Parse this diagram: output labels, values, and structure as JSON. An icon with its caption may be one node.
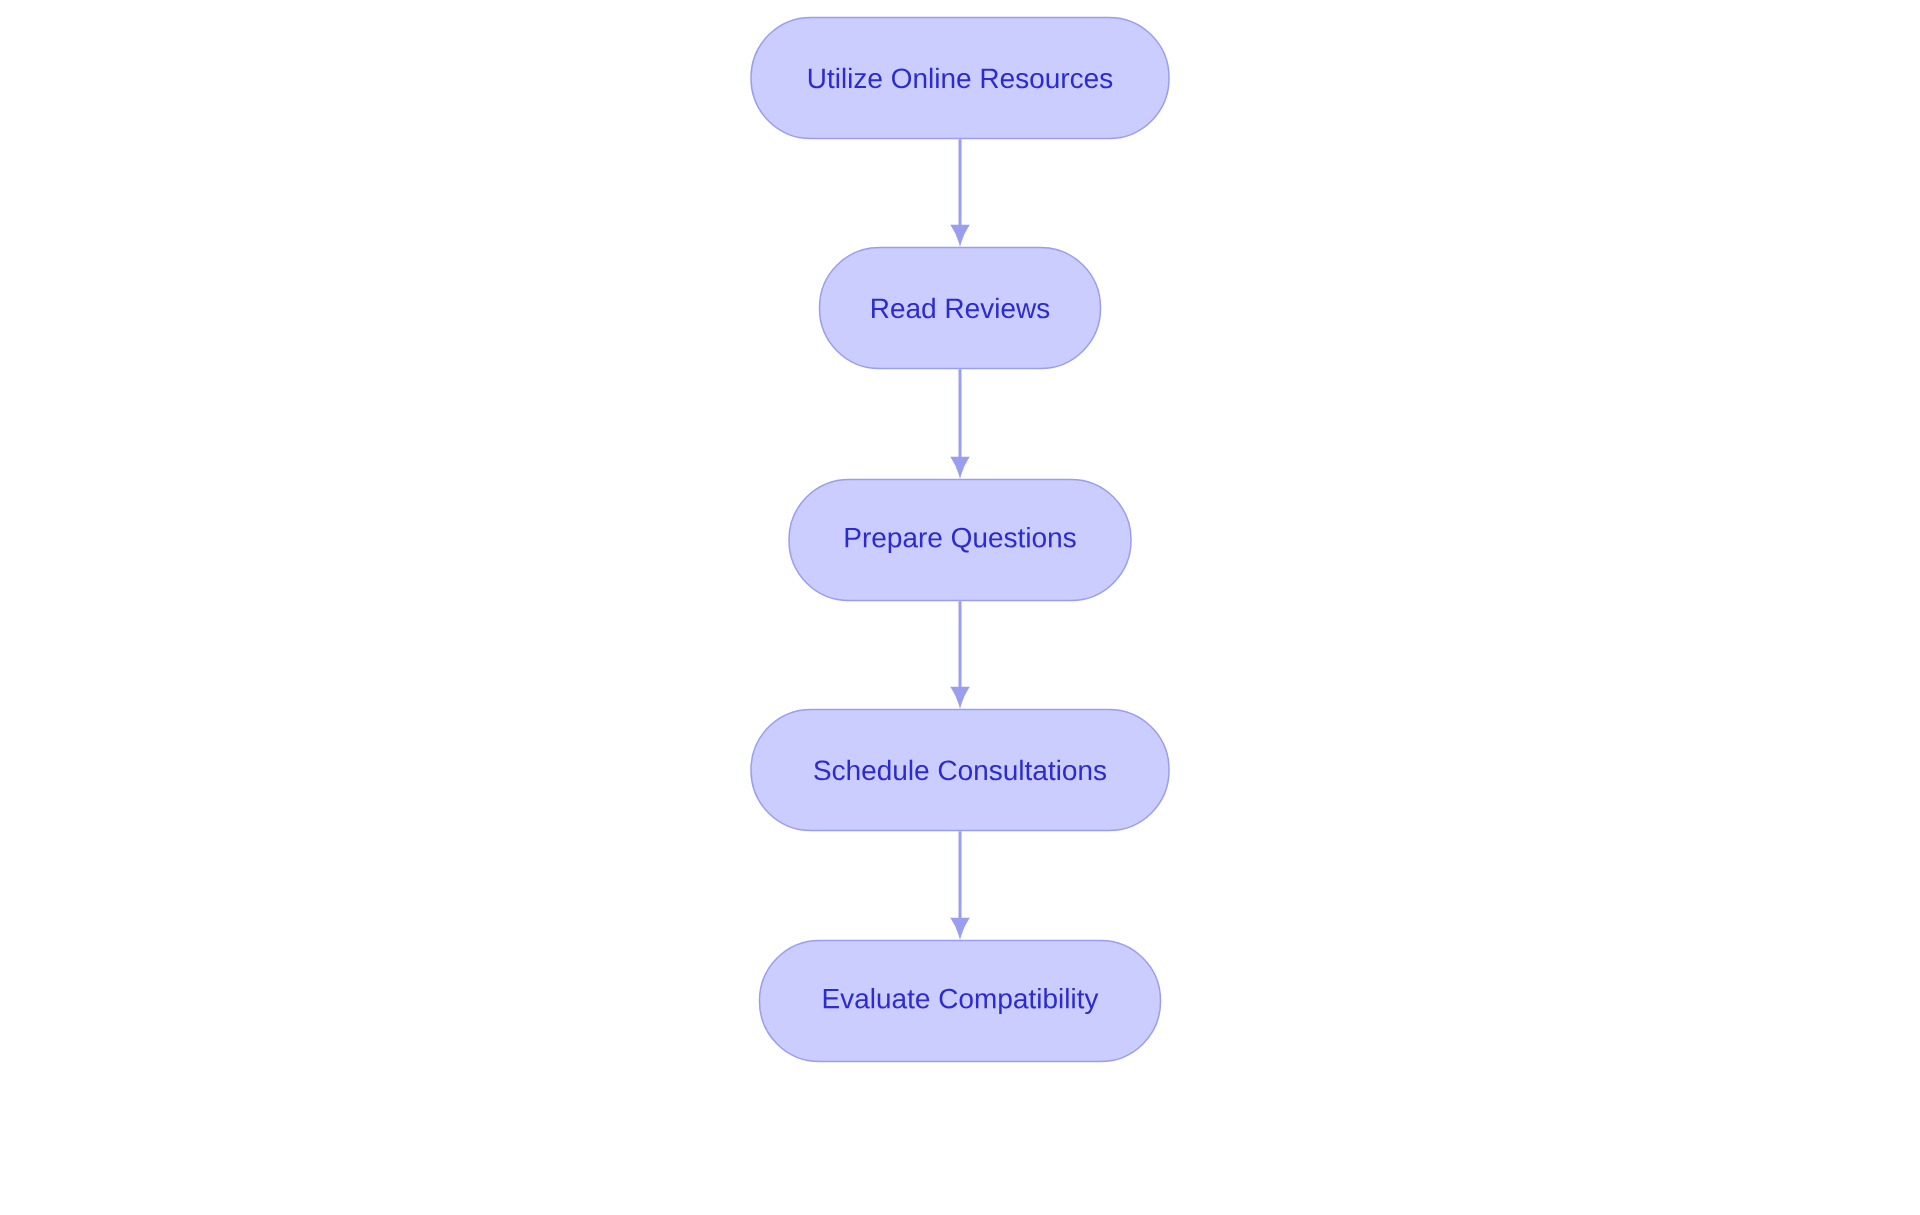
{
  "diagram": {
    "nodes": [
      {
        "text": [
          "Utilize Online Resources"
        ]
      },
      {
        "text": [
          "Read Reviews"
        ]
      },
      {
        "text": [
          "Prepare Questions"
        ]
      },
      {
        "text": [
          "Schedule Consultations"
        ]
      },
      {
        "text": [
          "Evaluate Compatibility"
        ]
      }
    ],
    "edges": [
      {
        "from": 0,
        "to": 1,
        "arrow": "to"
      },
      {
        "from": 1,
        "to": 2,
        "arrow": "to"
      },
      {
        "from": 2,
        "to": 3,
        "arrow": "to"
      },
      {
        "from": 3,
        "to": 4,
        "arrow": "to"
      }
    ]
  }
}
